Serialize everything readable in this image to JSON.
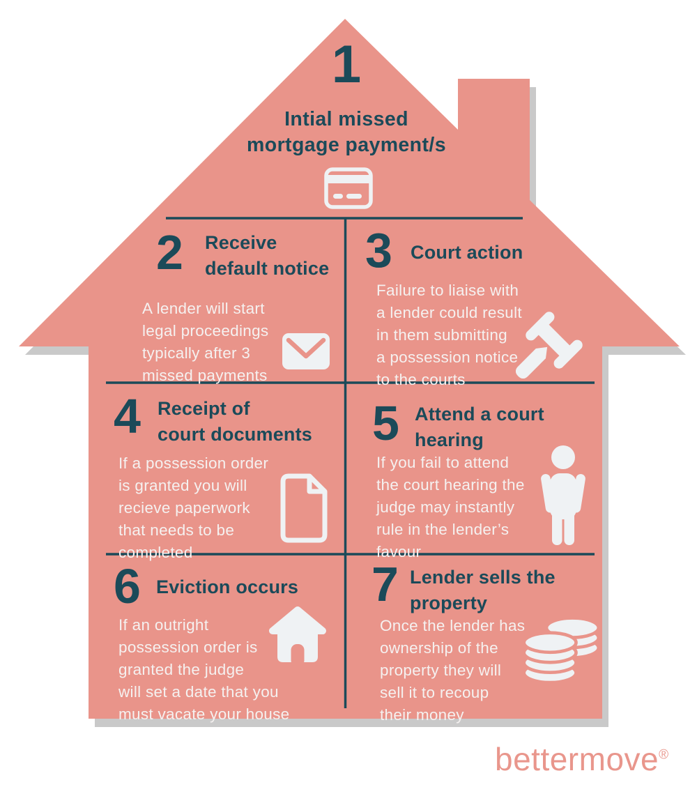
{
  "colors": {
    "house_salmon": "#E9948A",
    "dark_teal": "#1B4A59",
    "body_text_white": "#F5F1F0",
    "icon_white": "#EFF2F4",
    "shadow_gray": "#C9C9C9"
  },
  "step1": {
    "number": "1",
    "title": "Intial missed\nmortgage payment/s",
    "icon": "credit-card-icon"
  },
  "steps": [
    {
      "number": "2",
      "title": "Receive\ndefault notice",
      "body": "A lender will start\nlegal proceedings\ntypically after 3\nmissed payments",
      "icon": "envelope-icon"
    },
    {
      "number": "3",
      "title": "Court action",
      "body": "Failure to liaise with\na lender could result\nin them submitting\na possession notice\nto the courts",
      "icon": "gavel-icon"
    },
    {
      "number": "4",
      "title": "Receipt of\ncourt documents",
      "body": "If a possession order\nis granted you will\nrecieve paperwork\nthat needs to be\ncompleted",
      "icon": "document-icon"
    },
    {
      "number": "5",
      "title": "Attend a court\nhearing",
      "body": "If you fail to attend\nthe court hearing the\njudge may instantly\nrule in the lender’s\nfavour",
      "icon": "person-icon"
    },
    {
      "number": "6",
      "title": "Eviction occurs",
      "body": "If an outright\npossession order is\ngranted the judge\nwill set a date that you\nmust vacate your house",
      "icon": "house-icon"
    },
    {
      "number": "7",
      "title": "Lender sells the\nproperty",
      "body": "Once the lender has\nownership of the\nproperty they will\nsell it to recoup\ntheir money",
      "icon": "coins-icon"
    }
  ],
  "footer": {
    "brand": "bettermove",
    "registered_mark": "®"
  }
}
